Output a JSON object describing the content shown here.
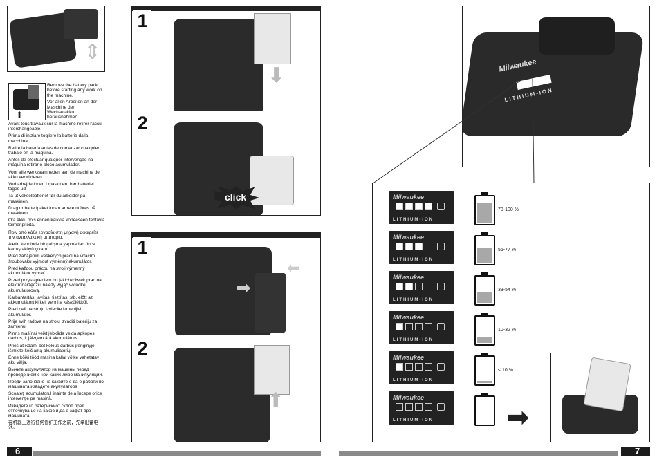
{
  "left_page": {
    "page_number": "6",
    "warning_en": "Remove the battery pack before starting any work on the machine.",
    "warning_de": "Vor allen Arbeiten an der Maschine den Wechselakku herausnehmen",
    "translations": [
      "Avant tous travaux sur la machine retirer l'accu interchangeable.",
      "Prima di iniziare togliere la batteria dalla macchina.",
      "Retire la batería antes de comenzar cualquier trabajo en la máquina.",
      "Antes de efectuar qualquer intervenção na máquina retirar o bloco acumulador.",
      "Voor alle werkzaamheden aan de machine de akku verwijderen.",
      "Ved arbejde inden i maskinen, bør batteriet tages ud.",
      "Ta ut vekselbatteriet før du arbeider på maskinen.",
      "Drag ur batteripaket innan arbete utföres på maskinen.",
      "Ota akku pois ennen kaikkia koneeseen tehtäviä toimenpiteitä.",
      "Πριν από κάθε εργασία στη μηχανή αφαιρείτε την ανταλλακτική μπαταρία.",
      "Aletin kendinde bir çalışma yapmadan önce kartuş aküyü çıkarın.",
      "Před zahájením veškerých prací na vrtacím šroubováku vyjmout výměnný akumulátor.",
      "Pred každou prácou na stroji výmenný akumulátor vybrať.",
      "Przed przystąpieniem do jakichkolwiek prac na elektronarzędziu należy wyjąć wkładkę akumulatorową.",
      "Karbantartás, javítás, tisztítás, stb. előtt az akkumulátort ki kell venni a készülékből.",
      "Pred deli na stroju izvlecite izmenljivi akumulator.",
      "Prije svih radova na stroju izvaditi bateriju za zamjenu.",
      "Pirms mašīnai veikt jebkāda veida apkopes darbus, ir jāizņem ārā akumulātors.",
      "Prieš atlikdami bet kokius darbus įrenginyje, išimkite keičiamą akumuliatorių.",
      "Enne kõiki tööd masina kallal võtke vahetatav aku välja.",
      "Выньте аккумулятор из машины перед проведением с ней каких-либо манипуляций.",
      "Преди започване на каквито е да е работи по машината извадете акумулатора",
      "Scoateţi acumulatorul înainte de a începe orice intervenţie pe maşină.",
      "Извадете го батерискиот склоп пред отпочнување на каков и да е зафат врз машината",
      "在机器上进行任何修护工作之前，先拿出蓄电池。"
    ],
    "steps": [
      {
        "number": "1"
      },
      {
        "number": "2",
        "label": "click"
      },
      {
        "number": "1"
      },
      {
        "number": "2"
      }
    ]
  },
  "right_page": {
    "page_number": "7",
    "brand": "Milwaukee",
    "battery_label": "LITHIUM-ION",
    "charge_levels": [
      {
        "label": "78-100 %",
        "fill": 0.8
      },
      {
        "label": "55-77 %",
        "fill": 0.6
      },
      {
        "label": "33-54 %",
        "fill": 0.45
      },
      {
        "label": "10-32 %",
        "fill": 0.22
      },
      {
        "label": "< 10 %",
        "fill": 0.08
      },
      {
        "label": "",
        "fill": 0
      }
    ],
    "lit_leds": [
      4,
      3,
      2,
      1,
      1,
      0
    ]
  }
}
